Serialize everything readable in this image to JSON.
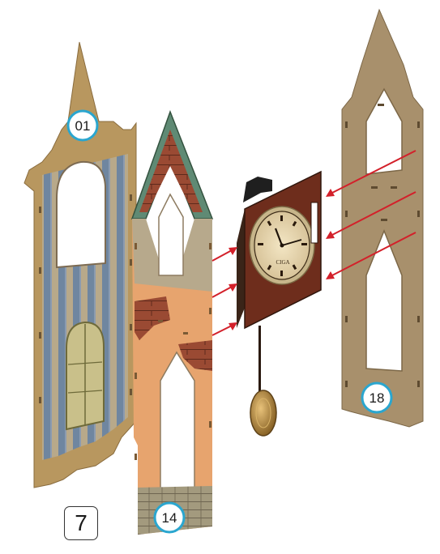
{
  "parts": [
    {
      "id": "panel-01",
      "label": "01"
    },
    {
      "id": "panel-14",
      "label": "14"
    },
    {
      "id": "panel-18",
      "label": "18"
    }
  ],
  "clock": {
    "brand": "CIGA"
  },
  "step": {
    "number": "7"
  },
  "colors": {
    "arrow": "#d3202a",
    "callout_border": "#2aa6cf",
    "wood": "#b49566",
    "kraft": "#a58a64"
  },
  "icons": {
    "assembly_arrow": "red-arrow-icon",
    "part_callout": "numbered-circle-icon"
  }
}
